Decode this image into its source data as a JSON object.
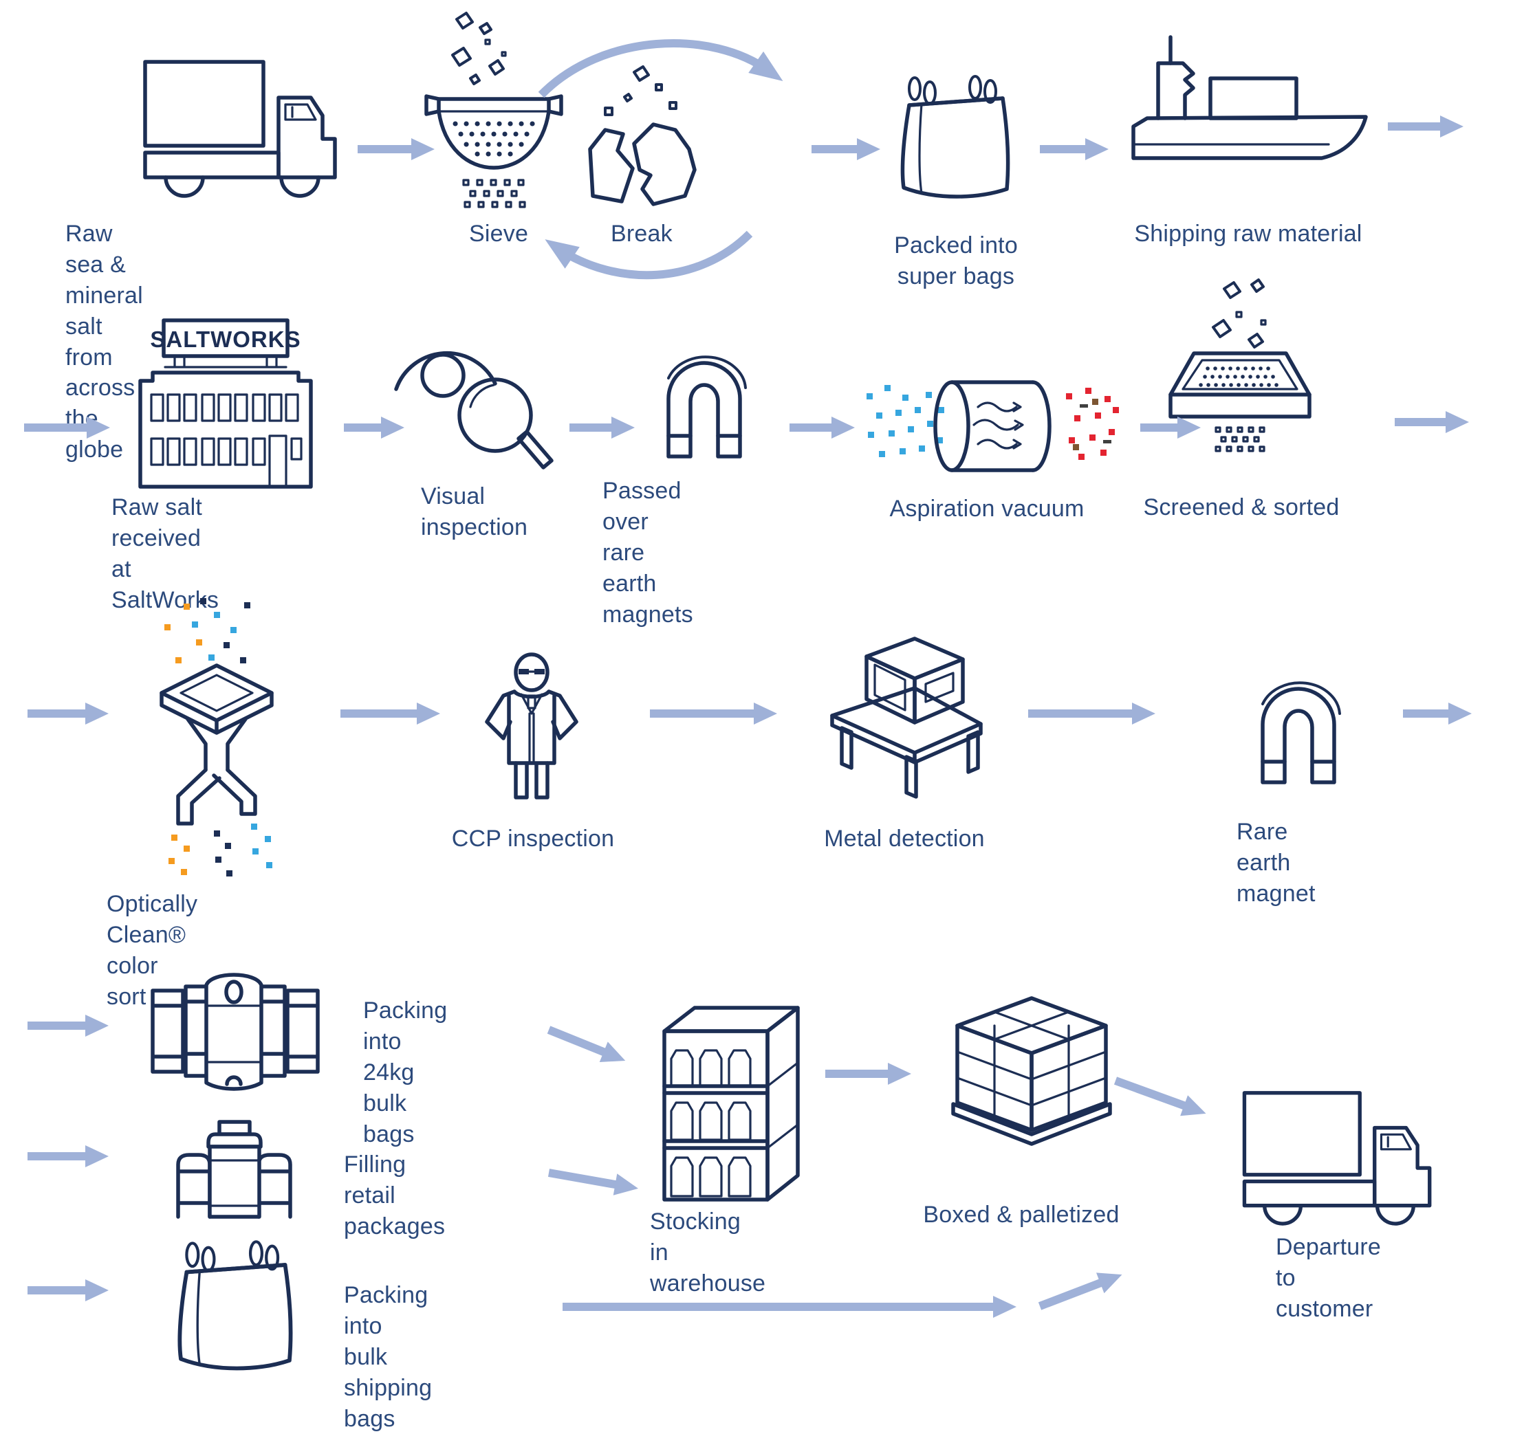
{
  "colors": {
    "line_navy": "#1c2e54",
    "text_navy": "#2c4a7c",
    "arrow_periwinkle": "#9fb1d8",
    "grain_blue": "#36a6df",
    "grain_orange": "#f59b1f",
    "grain_red": "#e32430",
    "grain_brown": "#7d5632"
  },
  "steps": {
    "truck_in": {
      "label": "Raw sea & mineral salt\nfrom across the globe"
    },
    "sieve": {
      "label": "Sieve"
    },
    "break": {
      "label": "Break"
    },
    "super_bags": {
      "label": "Packed into\nsuper bags"
    },
    "shipping": {
      "label": "Shipping raw material"
    },
    "received": {
      "label": "Raw salt received\nat SaltWorks",
      "sign": "SALTWORKS"
    },
    "visual": {
      "label": "Visual\ninspection"
    },
    "magnets": {
      "label": "Passed over rare\nearth magnets"
    },
    "aspiration": {
      "label": "Aspiration vacuum"
    },
    "screened": {
      "label": "Screened & sorted"
    },
    "optical": {
      "label": "Optically Clean®\ncolor sort"
    },
    "ccp": {
      "label": "CCP inspection"
    },
    "metal": {
      "label": "Metal detection"
    },
    "rare_magnet": {
      "label": "Rare earth\nmagnet"
    },
    "pack_24kg": {
      "label": "Packing into\n24kg bulk bags"
    },
    "retail": {
      "label": "Filling retail\npackages"
    },
    "pack_bulk": {
      "label": "Packing into bulk\nshipping bags"
    },
    "warehouse": {
      "label": "Stocking in\nwarehouse"
    },
    "palletized": {
      "label": "Boxed & palletized"
    },
    "departure": {
      "label": "Departure\nto customer"
    }
  },
  "rows": [
    [
      "truck_in",
      "sieve",
      "break",
      "super_bags",
      "shipping"
    ],
    [
      "received",
      "visual",
      "magnets",
      "aspiration",
      "screened"
    ],
    [
      "optical",
      "ccp",
      "metal",
      "rare_magnet"
    ],
    [
      "pack_24kg",
      "retail",
      "pack_bulk",
      "warehouse",
      "palletized",
      "departure"
    ]
  ]
}
